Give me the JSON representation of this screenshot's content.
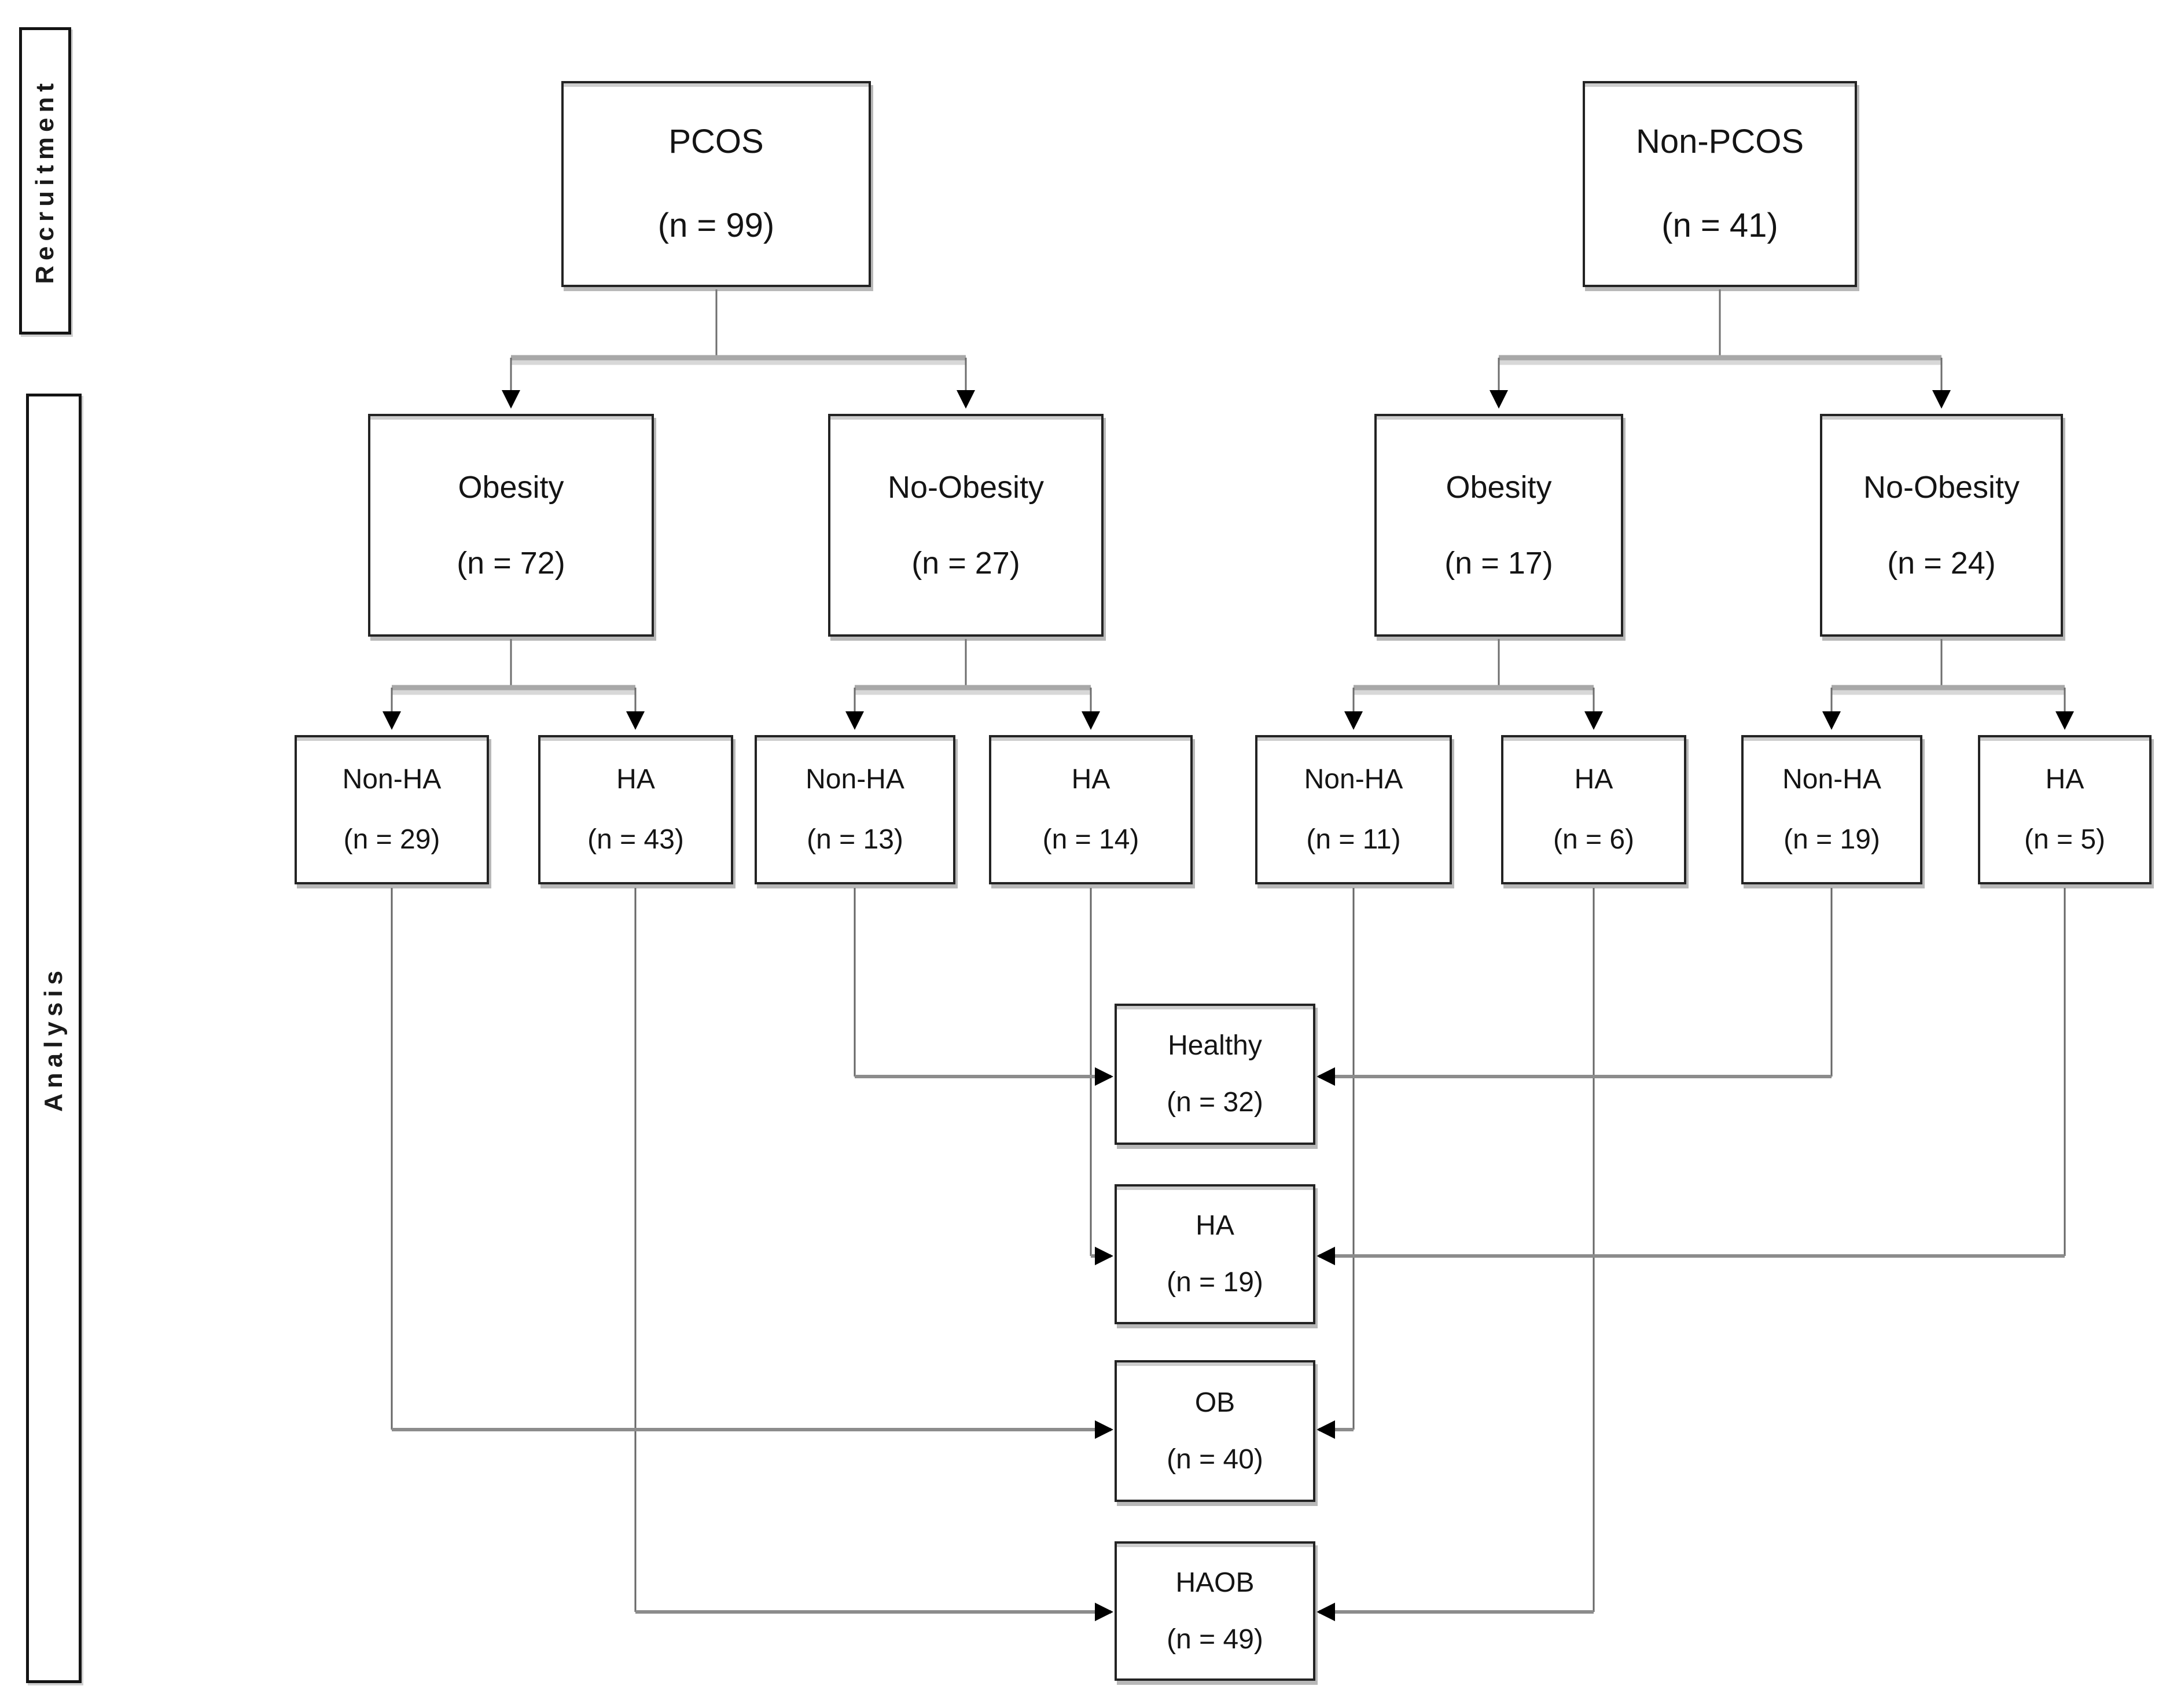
{
  "figure": {
    "background": "#ffffff",
    "phases": [
      {
        "id": "recruitment",
        "label": "Recruitment"
      },
      {
        "id": "analysis",
        "label": "Analysis"
      }
    ],
    "nodes": [
      {
        "id": "pcos",
        "label": "PCOS",
        "count": "(n = 99)"
      },
      {
        "id": "non-pcos",
        "label": "Non-PCOS",
        "count": "(n = 41)"
      },
      {
        "id": "pcos-obesity",
        "label": "Obesity",
        "count": "(n = 72)"
      },
      {
        "id": "pcos-no-obesity",
        "label": "No-Obesity",
        "count": "(n = 27)"
      },
      {
        "id": "nonpcos-obesity",
        "label": "Obesity",
        "count": "(n = 17)"
      },
      {
        "id": "nonpcos-no-obesity",
        "label": "No-Obesity",
        "count": "(n = 24)"
      },
      {
        "id": "pcos-obesity-nonha",
        "label": "Non-HA",
        "count": "(n = 29)"
      },
      {
        "id": "pcos-obesity-ha",
        "label": "HA",
        "count": "(n = 43)"
      },
      {
        "id": "pcos-noobesity-nonha",
        "label": "Non-HA",
        "count": "(n = 13)"
      },
      {
        "id": "pcos-noobesity-ha",
        "label": "HA",
        "count": "(n = 14)"
      },
      {
        "id": "nonpcos-obesity-nonha",
        "label": "Non-HA",
        "count": "(n = 11)"
      },
      {
        "id": "nonpcos-obesity-ha",
        "label": "HA",
        "count": "(n = 6)"
      },
      {
        "id": "nonpcos-noobesity-nonha",
        "label": "Non-HA",
        "count": "(n = 19)"
      },
      {
        "id": "nonpcos-noobesity-ha",
        "label": "HA",
        "count": "(n = 5)"
      },
      {
        "id": "group-healthy",
        "label": "Healthy",
        "count": "(n = 32)"
      },
      {
        "id": "group-ha",
        "label": "HA",
        "count": "(n = 19)"
      },
      {
        "id": "group-ob",
        "label": "OB",
        "count": "(n = 40)"
      },
      {
        "id": "group-haob",
        "label": "HAOB",
        "count": "(n = 49)"
      }
    ],
    "colors": {
      "box_border": "#232323",
      "stem_line": "#6e6e6e",
      "bar_line": "#a8a8a8",
      "bar_shadow": "#d8d8d8",
      "feeder_vertical": "#666666",
      "feeder_horizontal": "#8c8c8c",
      "arrowhead": "#000000",
      "text": "#141414"
    }
  }
}
